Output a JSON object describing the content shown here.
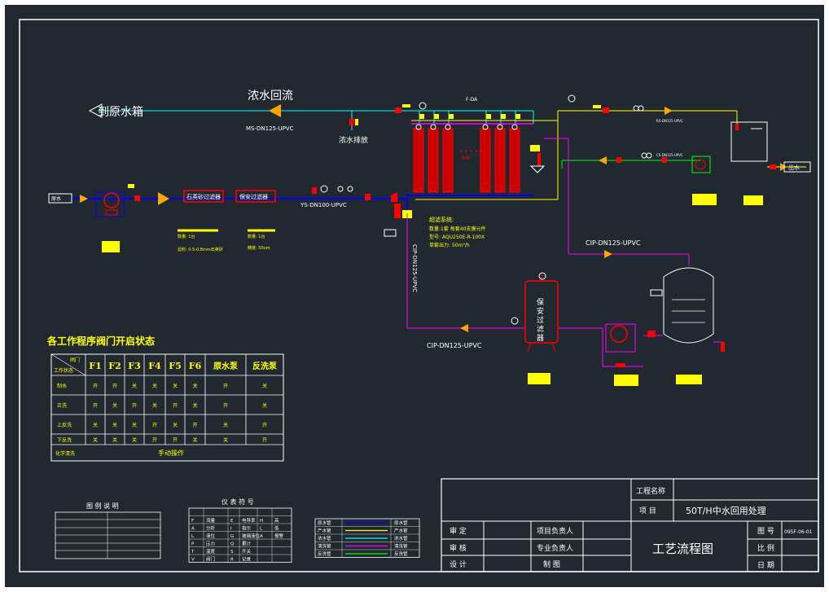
{
  "labels": {
    "return_main": "浓水回流",
    "to_tank": "到原水箱",
    "ms_pipe": "MS-DN125-UPVC",
    "discharge": "浓水排放",
    "raw_water": "原水",
    "quartz_filter": "石英砂过滤器",
    "security_filter": "保安过滤器",
    "ys_pipe": "YS-DN100-UPVC",
    "f_label": "F-DA",
    "outlet": "出水",
    "cip_top": "CIP-DN125-UPVC",
    "cip_bottom": "CIP-DN125-UPVC",
    "cip_vertical": "CIP-DN125-UPVC",
    "small_pipe_label": "CS-DN125-UPVC",
    "small_pipe_label2": "RS-DN125-UPVC",
    "filter_vertical": "保安过滤器",
    "membrane_title": "超滤系统:",
    "membrane_line1": "数量:1套 每套40支膜元件",
    "membrane_line2": "型号: AQU250E-R-100X",
    "membrane_line3": "单套出力: 50m³/h",
    "qf_qty": "数量: 1台",
    "qf_media": "滤料: 0.5-0.8mm石英砂",
    "sf_qty": "数量: 1台",
    "sf_precision": "精度: 50um",
    "pipe_tag": "Φ40"
  },
  "valve_table": {
    "title": "各工作程序阀门开启状态",
    "corner_top": "阀门",
    "corner_bottom": "工作状态",
    "headers": [
      "F1",
      "F2",
      "F3",
      "F4",
      "F5",
      "F6",
      "原水泵",
      "反洗泵"
    ],
    "rows": [
      {
        "name": "制水",
        "cells": [
          "开",
          "开",
          "关",
          "关",
          "关",
          "关",
          "开",
          "关"
        ]
      },
      {
        "name": "正洗",
        "cells": [
          "开",
          "关",
          "开",
          "关",
          "开",
          "关",
          "开",
          "关"
        ]
      },
      {
        "name": "上反洗",
        "cells": [
          "关",
          "关",
          "关",
          "开",
          "关",
          "开",
          "关",
          "开"
        ]
      },
      {
        "name": "下反洗",
        "cells": [
          "关",
          "关",
          "关",
          "开",
          "开",
          "关",
          "关",
          "开"
        ]
      }
    ],
    "chemical_row": {
      "name": "化学清洗",
      "value": "手动操作"
    }
  },
  "legend_title": "图 例 说 明",
  "instrument_title": "仪 表 符 号",
  "instrument_rows": [
    [
      "F",
      "流量",
      "E",
      "电导率",
      "H",
      "高"
    ],
    [
      "A",
      "分析",
      "I",
      "指示",
      "L",
      "低"
    ],
    [
      "L",
      "液位",
      "G",
      "玻璃液位",
      "A",
      "报警"
    ],
    [
      "P",
      "压力",
      "Q",
      "累计",
      "",
      ""
    ],
    [
      "T",
      "温度",
      "S",
      "开关",
      "",
      ""
    ],
    [
      "V",
      "阀门",
      "R",
      "记录",
      "",
      ""
    ]
  ],
  "pipe_legend": [
    {
      "label": "原水管",
      "code": "原水管",
      "color": "#0000ff"
    },
    {
      "label": "产水管",
      "code": "产水管",
      "color": "#ffff00"
    },
    {
      "label": "浓水管",
      "code": "浓水管",
      "color": "#00ffff"
    },
    {
      "label": "清洗管",
      "code": "清洗管",
      "color": "#ff00ff"
    },
    {
      "label": "反洗管",
      "code": "反洗管",
      "color": "#00ff00"
    }
  ],
  "title_block": {
    "project_name_label": "工程名称",
    "project_label": "项 目",
    "project_value": "50T/H中水回用处理",
    "review_label": "审 定",
    "check_label": "审 核",
    "design_label": "设 计",
    "project_lead": "项目负责人",
    "pro_lead": "专业负责人",
    "drawing_label": "制 图",
    "drawing_title": "工艺流程图",
    "drawing_no_label": "图 号",
    "drawing_no": "095F-06-01",
    "scale_label": "比 例",
    "date_label": "日 期"
  },
  "colors": {
    "background": "#212830",
    "frame": "#ffffff",
    "raw": "#0000ff",
    "product": "#ffff00",
    "concentrate": "#00ffff",
    "cip": "#ff00ff",
    "backwash": "#00ff00",
    "equipment": "#ff0000",
    "arrow": "#ffa500"
  }
}
